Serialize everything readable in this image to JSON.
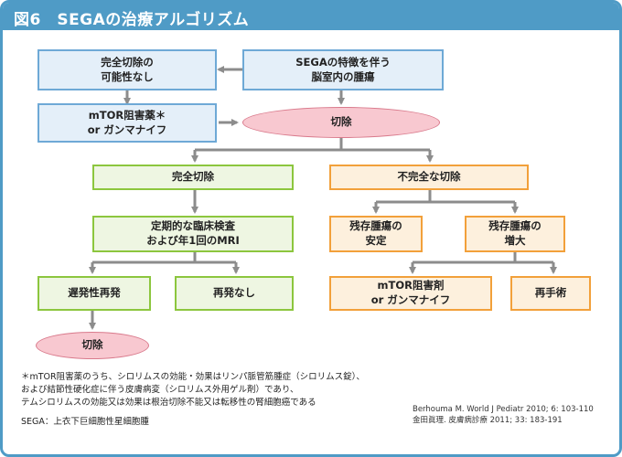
{
  "header": {
    "title": "図6　SEGAの治療アルゴリズム"
  },
  "nodes": {
    "removal_possible": "完全切除の\n可能性なし",
    "sega_features": "SEGAの特徴を伴う\n脳室内の腫瘍",
    "mtor_top": "mTOR阻害薬＊\nor ガンマナイフ",
    "resection_top": "切除",
    "complete": "完全切除",
    "incomplete": "不完全な切除",
    "followup": "定期的な臨床検査\nおよび年1回のMRI",
    "residual_stable": "残存腫瘍の\n安定",
    "residual_grow": "残存腫瘍の\n増大",
    "late_relapse": "遅発性再発",
    "no_relapse": "再発なし",
    "mtor_bottom": "mTOR阻害剤\nor ガンマナイフ",
    "reoperation": "再手術",
    "resection_bottom": "切除"
  },
  "footnote": {
    "line1": "＊mTOR阻害薬のうち、シロリムスの効能・効果はリンパ脈管筋腫症（シロリムス錠）、",
    "line2": "および結節性硬化症に伴う皮膚病変（シロリムス外用ゲル剤）であり、",
    "line3": "テムシロリムスの効能又は効果は根治切除不能又は転移性の腎細胞癌である"
  },
  "abbreviation": "SEGA：上衣下巨細胞性星細胞腫",
  "references": {
    "ref1": "Berhouma M. World J Pediatr 2010; 6: 103-110",
    "ref2": "金田眞理. 皮膚病診療 2011; 33: 183-191"
  },
  "colors": {
    "header": "#4f9bc6",
    "connector": "#8c8c8c",
    "blue_border": "#6ea9d6",
    "green_border": "#8cc63e",
    "orange_border": "#f2a03a",
    "pink_fill": "#f8c8d0"
  }
}
